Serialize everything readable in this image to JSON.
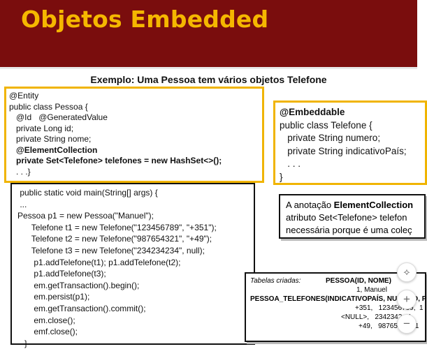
{
  "slide": {
    "title": "Objetos Embedded",
    "subtitle": "Exemplo: Uma Pessoa tem vários objetos Telefone",
    "entity_code": [
      "@Entity",
      "public class Pessoa {",
      "   @Id   @GeneratedValue",
      "   private Long id;",
      "   private String nome;",
      "   @ElementCollection",
      "   private Set<Telefone> telefones = new HashSet<>();",
      "   . . .}"
    ],
    "embeddable_code": [
      "@Embeddable",
      "public class Telefone {",
      "   private String numero;",
      "   private String indicativoPaís;",
      "   . . .",
      "}"
    ],
    "main_code": [
      " public static void main(String[] args) {",
      " ...",
      "Pessoa p1 = new Pessoa(\"Manuel\");",
      "      Telefone t1 = new Telefone(\"123456789\", \"+351\");",
      "      Telefone t2 = new Telefone(\"987654321\", \"+49\");",
      "      Telefone t3 = new Telefone(\"234234234\", null);",
      "       p1.addTelefone(t1); p1.addTelefone(t2);",
      "       p1.addTelefone(t3);",
      "       em.getTransaction().begin();",
      "       em.persist(p1);",
      "       em.getTransaction().commit();",
      "       em.close();",
      "       emf.close();",
      "   }"
    ],
    "note": {
      "prefix": "A anotação ",
      "bold": "ElementCollection",
      "line2": "atributo Set<Telefone> telefon",
      "line3": "necessária porque é uma coleç"
    },
    "tables": {
      "label": "Tabelas criadas:",
      "pessoa_header": "PESSOA(ID, NOME)",
      "pessoa_row": "1, Manuel",
      "tel_header": "PESSOA_TELEFONES(INDICATIVOPAÍS, NUMERO, P",
      "tel_rows": [
        "+351,   123456789,  1",
        "<NULL>,   2342342,  1",
        "+49,   98765432,  1"
      ]
    },
    "controls": {
      "collapse": "⟡",
      "zoom_in": "+",
      "zoom_out": "−"
    }
  }
}
